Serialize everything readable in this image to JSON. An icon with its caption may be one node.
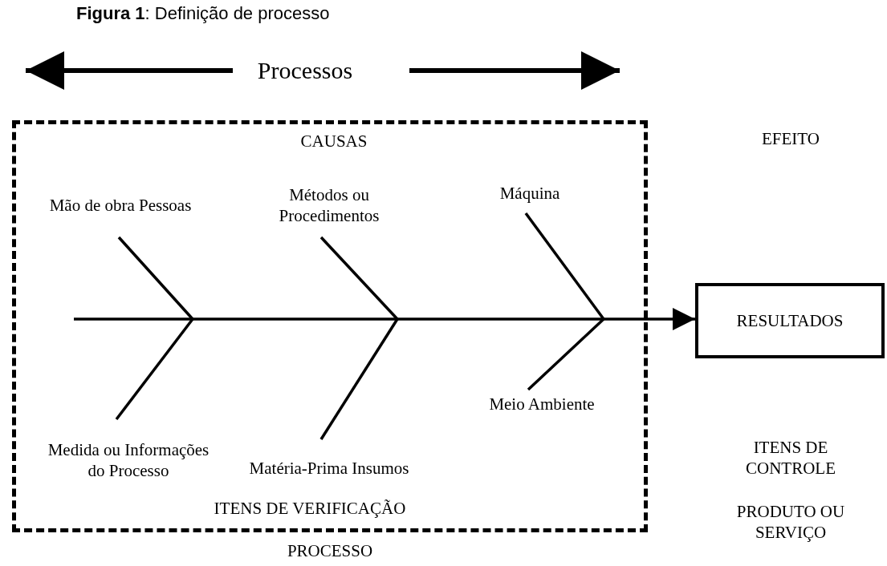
{
  "diagram": {
    "title": "**Figura 1**: Definição de processo",
    "nodes": [
      {
        "text": [
          "CAUSAS",
          "ITENS DE VERIFICAÇÃO"
        ],
        "beside": [
          "PROCESSO"
        ]
      },
      {
        "text": [
          "Mão de obra Pessoas"
        ],
        "in": 0
      },
      {
        "text": [
          "Métodos ou Procedimentos"
        ],
        "in": 0
      },
      {
        "text": [
          "Máquina"
        ],
        "in": 0
      },
      {
        "text": [
          "Medida ou Informações do Processo"
        ],
        "in": 0
      },
      {
        "text": [
          "Matéria-Prima Insumos"
        ],
        "in": 0
      },
      {
        "text": [
          "Meio Ambiente"
        ],
        "in": 0
      },
      {
        "text": [
          "RESULTADOS"
        ]
      }
    ],
    "edges": [
      {
        "from": 1,
        "to": null,
        "arrow": "none"
      },
      {
        "from": 2,
        "to": null,
        "arrow": "none"
      },
      {
        "from": 3,
        "to": null,
        "arrow": "none"
      },
      {
        "from": 4,
        "to": null,
        "arrow": "none"
      },
      {
        "from": 5,
        "to": null,
        "arrow": "none"
      },
      {
        "from": 6,
        "to": null,
        "arrow": "none"
      },
      {
        "from": null,
        "to": 7,
        "arrow": "to"
      }
    ],
    "labels": [
      "Processos",
      "EFEITO",
      "ITENS DE CONTROLE",
      "PRODUTO OU SERVIÇO"
    ]
  }
}
